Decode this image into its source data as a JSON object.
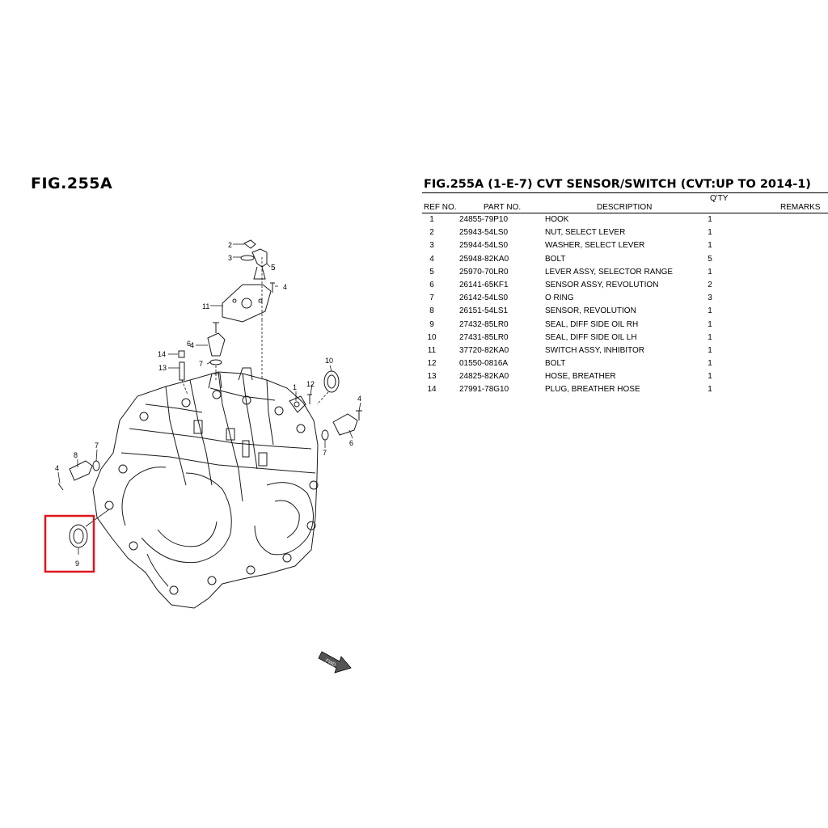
{
  "figure": {
    "label": "FIG.255A"
  },
  "table": {
    "title": "FIG.255A (1-E-7) CVT SENSOR/SWITCH (CVT:UP TO 2014-1)",
    "headers": {
      "ref": "REF NO.",
      "part": "PART NO.",
      "desc": "DESCRIPTION",
      "qty": "Q'TY",
      "remarks": "REMARKS"
    },
    "rows": [
      {
        "ref": "1",
        "part": "24855-79P10",
        "desc": "HOOK",
        "qty": "1"
      },
      {
        "ref": "2",
        "part": "25943-54LS0",
        "desc": "NUT, SELECT LEVER",
        "qty": "1"
      },
      {
        "ref": "3",
        "part": "25944-54LS0",
        "desc": "WASHER, SELECT LEVER",
        "qty": "1"
      },
      {
        "ref": "4",
        "part": "25948-82KA0",
        "desc": "BOLT",
        "qty": "5"
      },
      {
        "ref": "5",
        "part": "25970-70LR0",
        "desc": "LEVER ASSY, SELECTOR RANGE",
        "qty": "1"
      },
      {
        "ref": "6",
        "part": "26141-65KF1",
        "desc": "SENSOR ASSY, REVOLUTION",
        "qty": "2"
      },
      {
        "ref": "7",
        "part": "26142-54LS0",
        "desc": "O RING",
        "qty": "3"
      },
      {
        "ref": "8",
        "part": "26151-54LS1",
        "desc": "SENSOR, REVOLUTION",
        "qty": "1"
      },
      {
        "ref": "9",
        "part": "27432-85LR0",
        "desc": "SEAL, DIFF SIDE OIL RH",
        "qty": "1"
      },
      {
        "ref": "10",
        "part": "27431-85LR0",
        "desc": "SEAL, DIFF SIDE OIL LH",
        "qty": "1"
      },
      {
        "ref": "11",
        "part": "37720-82KA0",
        "desc": "SWITCH ASSY, INHIBITOR",
        "qty": "1"
      },
      {
        "ref": "12",
        "part": "01550-0816A",
        "desc": "BOLT",
        "qty": "1"
      },
      {
        "ref": "13",
        "part": "24825-82KA0",
        "desc": "HOSE, BREATHER",
        "qty": "1"
      },
      {
        "ref": "14",
        "part": "27991-78G10",
        "desc": "PLUG, BREATHER HOSE",
        "qty": "1"
      }
    ]
  },
  "callouts": {
    "n1": "1",
    "n2": "2",
    "n3": "3",
    "n4a": "4",
    "n4b": "4",
    "n4c": "4",
    "n4d": "4",
    "n5": "5",
    "n6a": "6",
    "n6b": "6",
    "n7a": "7",
    "n7b": "7",
    "n7c": "7",
    "n8": "8",
    "n9": "9",
    "n10": "10",
    "n11": "11",
    "n12": "12",
    "n13": "13",
    "n14": "14",
    "fwd": "FWD"
  },
  "colors": {
    "highlight": "#e0141c",
    "line": "#1a1a1a"
  }
}
